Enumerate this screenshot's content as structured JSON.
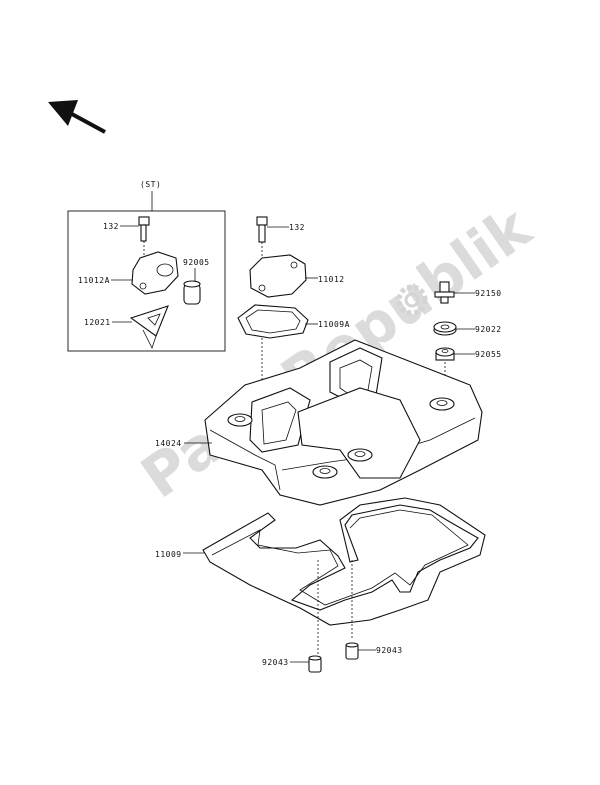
{
  "watermark": "PartsRepublik",
  "labels": {
    "st": "(ST)",
    "l132a": "132",
    "l11012a": "11012A",
    "l92005": "92005",
    "l12021": "12021",
    "l132b": "132",
    "l11012": "11012",
    "l11009a": "11009A",
    "l92150": "92150",
    "l92022": "92022",
    "l92055": "92055",
    "l14024": "14024",
    "l11009": "11009",
    "l92043a": "92043",
    "l92043b": "92043"
  },
  "icons": {
    "direction": "arrow-up-left-icon",
    "gear": "gear-icon"
  }
}
